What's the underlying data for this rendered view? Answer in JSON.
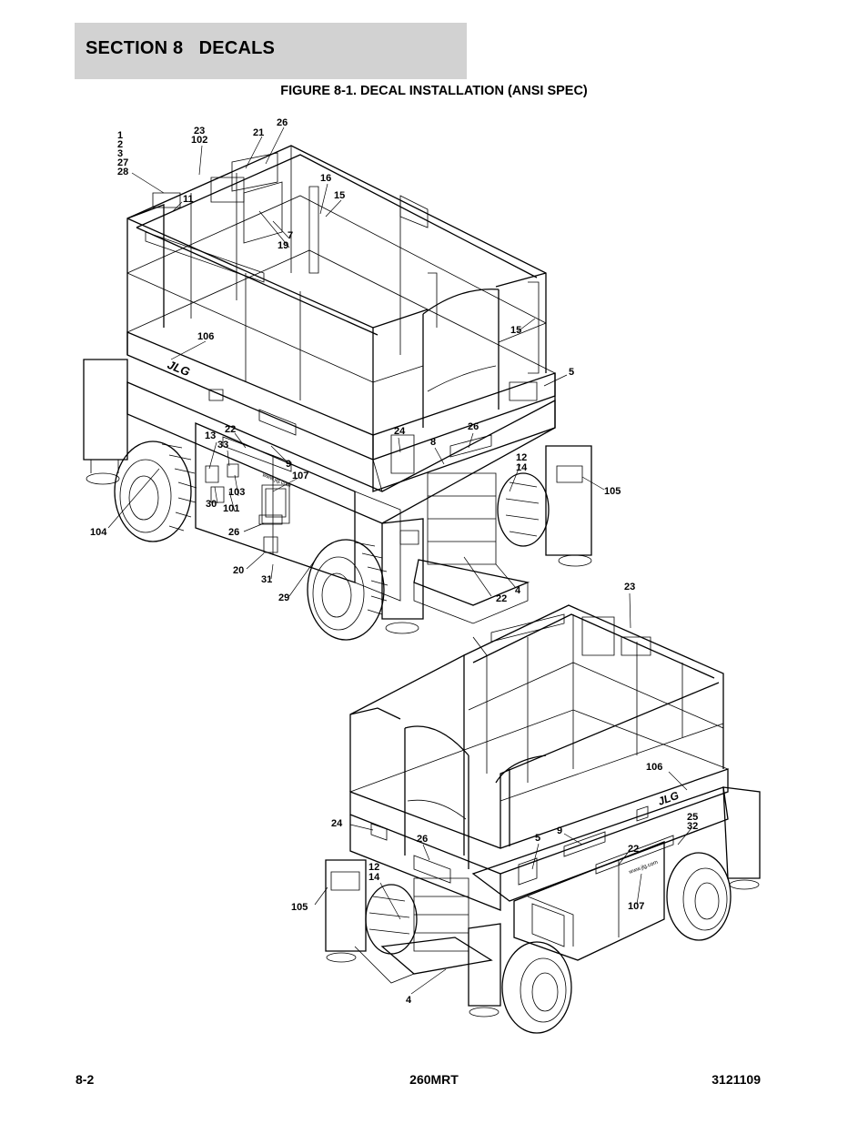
{
  "header": {
    "section": "SECTION 8   DECALS",
    "figure_title": "FIGURE 8-1. DECAL INSTALLATION (ANSI SPEC)"
  },
  "footer": {
    "page": "8-2",
    "model": "260MRT",
    "doc_number": "3121109"
  },
  "top_view_callouts": {
    "c_1": "1",
    "c_2": "2",
    "c_3": "3",
    "c_27": "27",
    "c_28": "28",
    "c_23": "23",
    "c_102": "102",
    "c_21": "21",
    "c_26a": "26",
    "c_11": "11",
    "c_16": "16",
    "c_15a": "15",
    "c_7": "7",
    "c_19": "19",
    "c_15b": "15",
    "c_106": "106",
    "c_5": "5",
    "c_22a": "22",
    "c_13": "13",
    "c_33": "33",
    "c_24": "24",
    "c_8": "8",
    "c_26b": "26",
    "c_12": "12",
    "c_14": "14",
    "c_9": "9",
    "c_107": "107",
    "c_103": "103",
    "c_30": "30",
    "c_101": "101",
    "c_105": "105",
    "c_104": "104",
    "c_26c": "26",
    "c_20": "20",
    "c_31": "31",
    "c_29": "29",
    "c_22b": "22",
    "c_4": "4"
  },
  "bottom_view_callouts": {
    "c_23": "23",
    "c_106": "106",
    "c_25": "25",
    "c_32": "32",
    "c_24": "24",
    "c_26": "26",
    "c_5": "5",
    "c_9": "9",
    "c_22": "22",
    "c_12": "12",
    "c_14": "14",
    "c_105": "105",
    "c_107": "107",
    "c_4": "4"
  },
  "decal_text": {
    "brand_top": "JLG",
    "url_top": "www.jlg.com",
    "brand_bottom": "JLG",
    "url_bottom": "www.jlg.com"
  }
}
